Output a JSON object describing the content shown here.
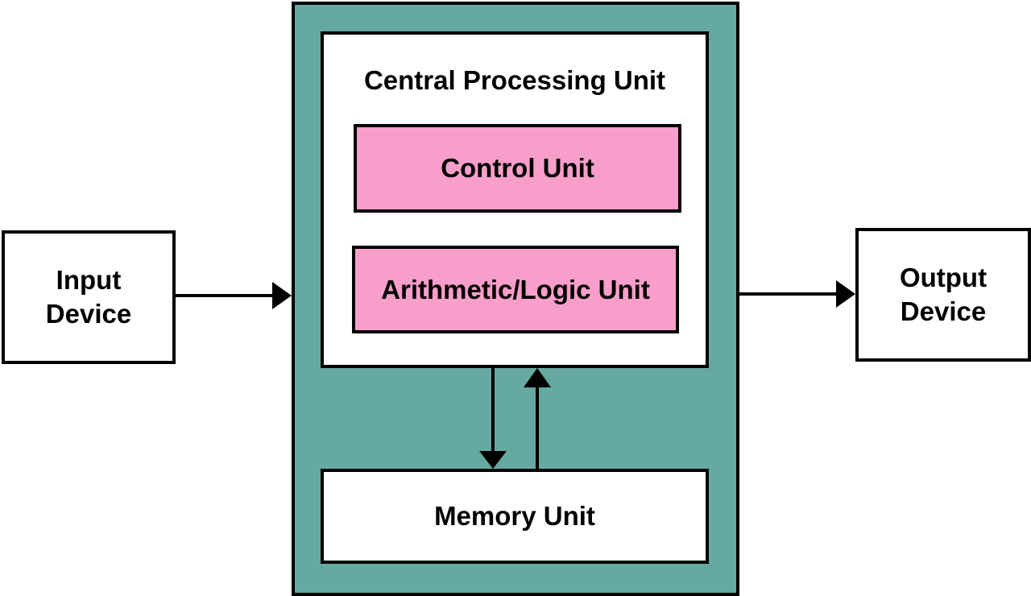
{
  "colors": {
    "system_background": "#66a9a1",
    "unit_fill": "#f79fca",
    "box_fill": "#ffffff",
    "stroke": "#000000"
  },
  "input_device": {
    "line1": "Input",
    "line2": "Device"
  },
  "output_device": {
    "line1": "Output",
    "line2": "Device"
  },
  "cpu": {
    "title": "Central Processing Unit",
    "control_unit": "Control Unit",
    "alu": "Arithmetic/Logic Unit"
  },
  "memory": {
    "label": "Memory Unit"
  }
}
